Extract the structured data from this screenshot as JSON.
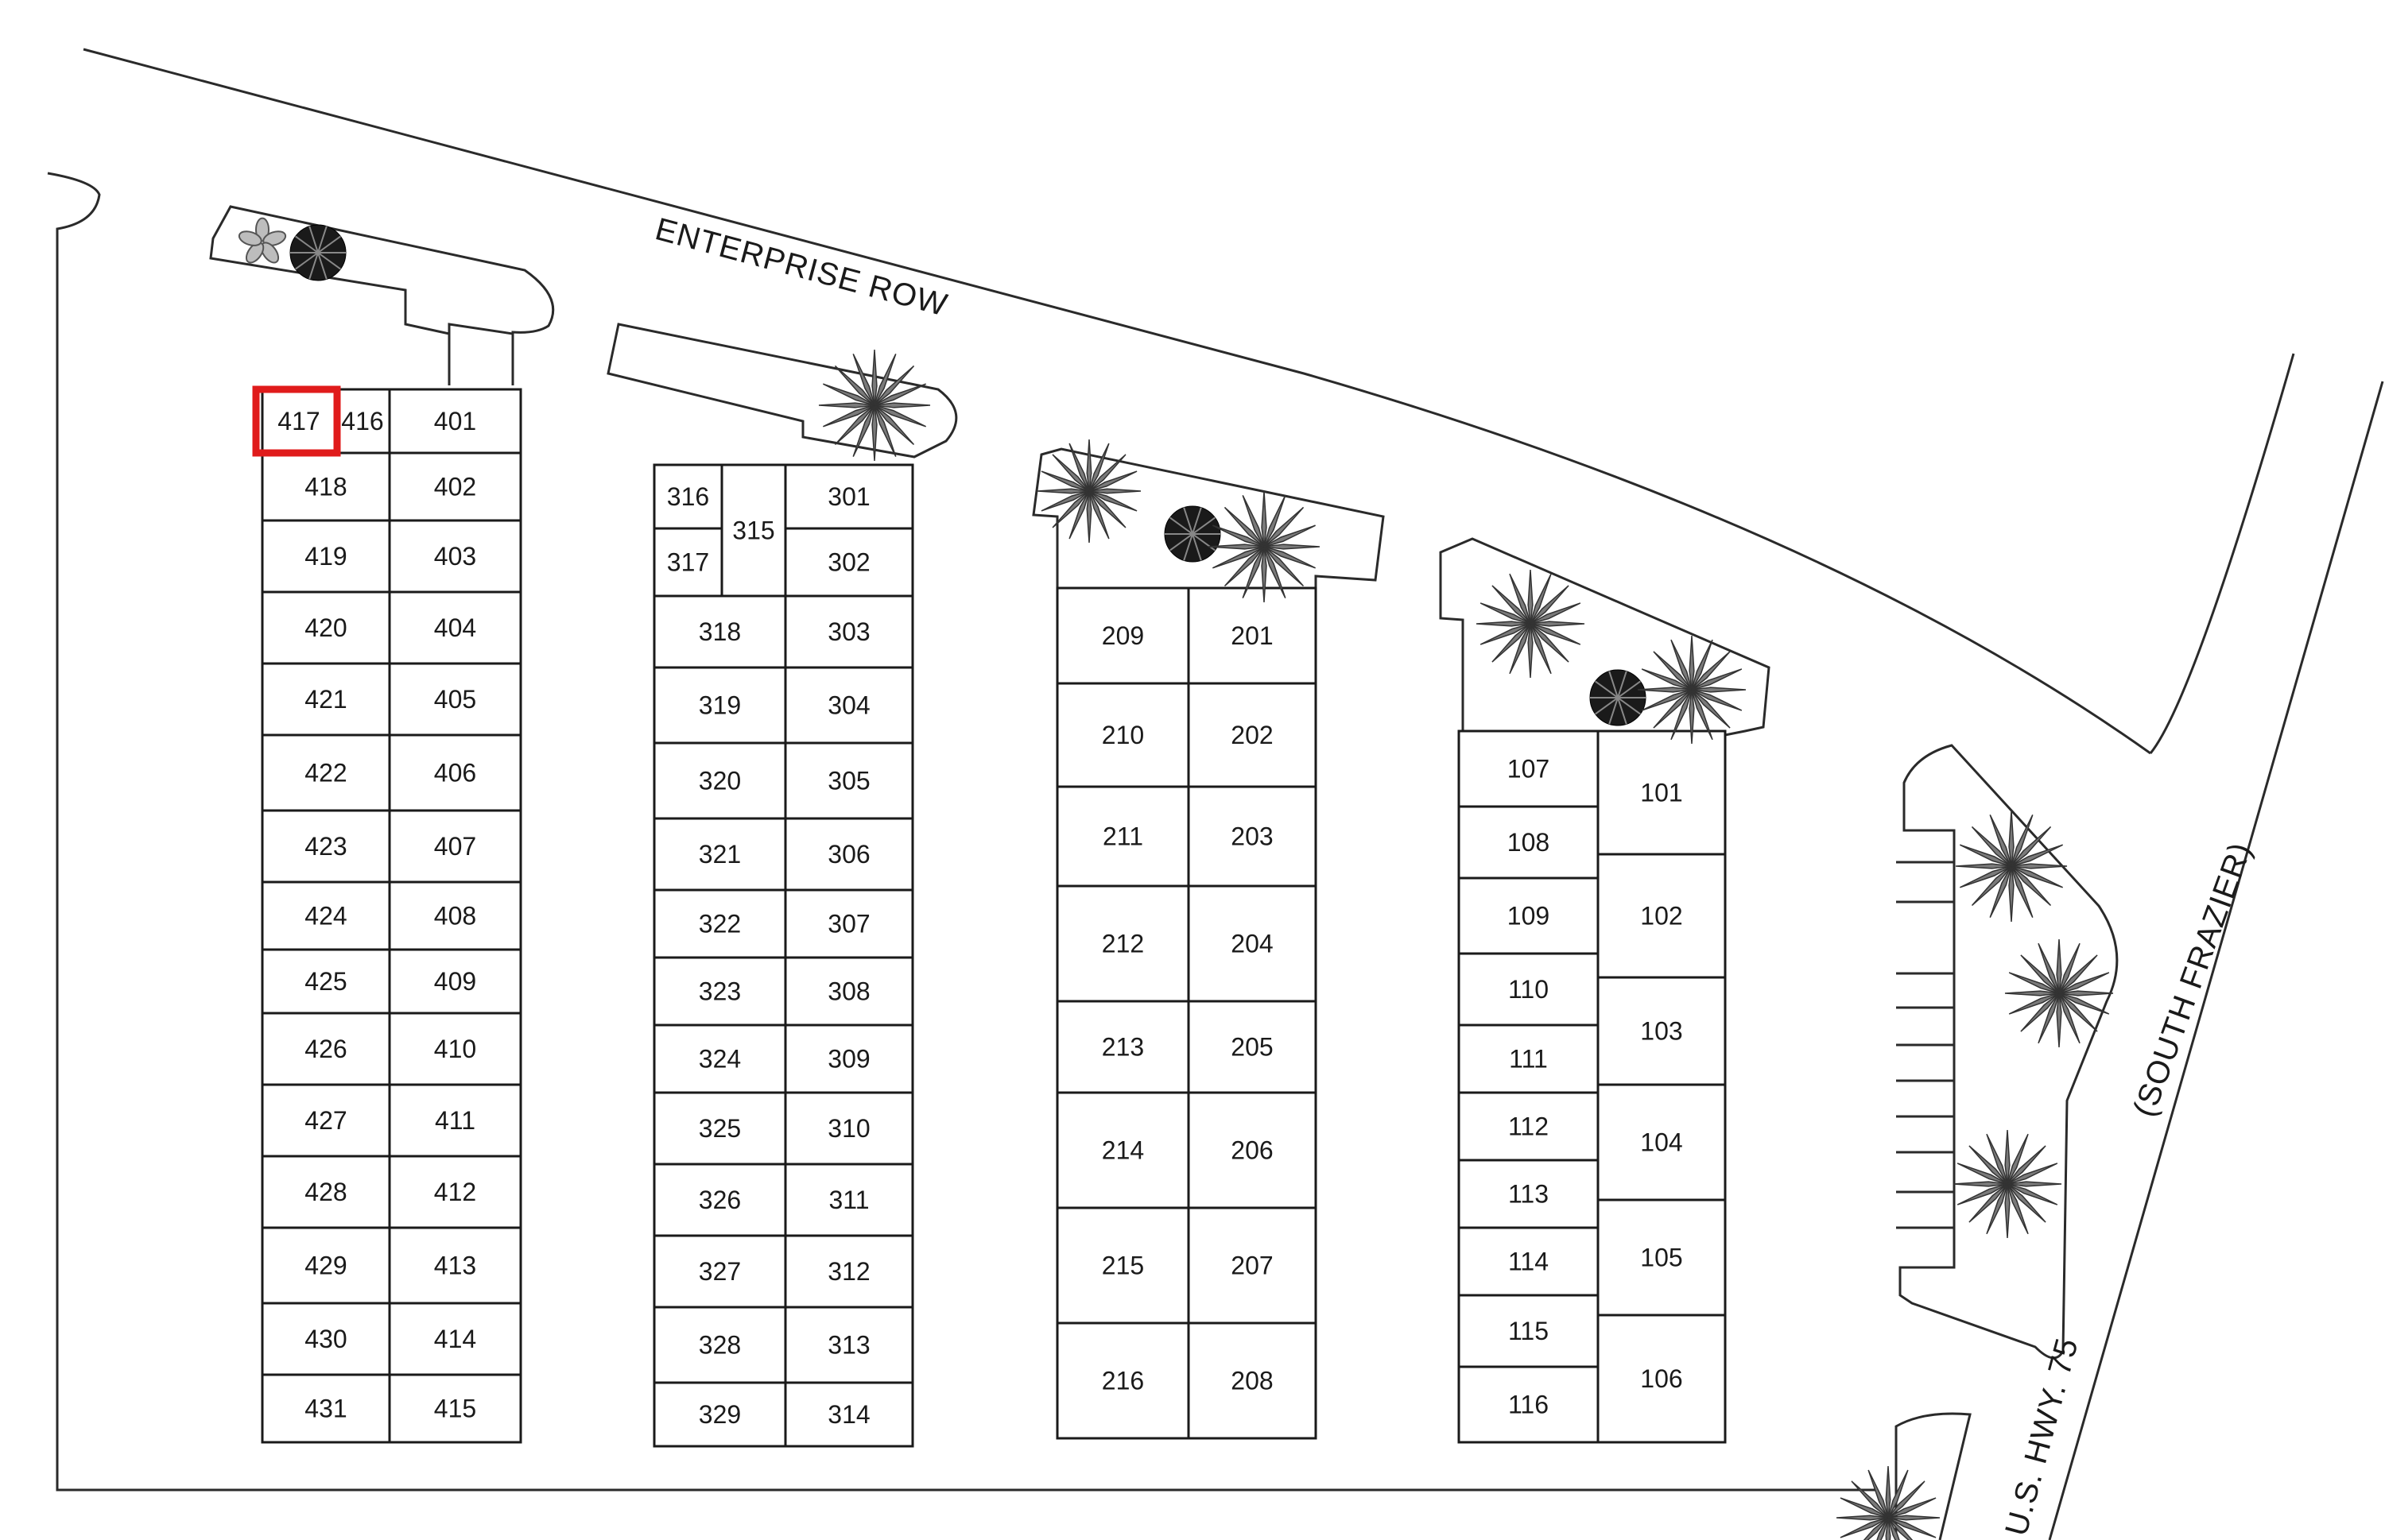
{
  "streets": {
    "enterprise_row": "ENTERPRISE ROW",
    "south_frazier": "(SOUTH FRAZIER)",
    "us_hwy_75": "U.S. HWY. 75"
  },
  "colors": {
    "highlight": "#e01b1b",
    "lines": "#1a1a1a",
    "background": "#ffffff"
  },
  "selected_unit": "417",
  "plant_icons": [
    "palm-tree-icon",
    "round-shrub-icon",
    "flower-icon"
  ],
  "buildings": {
    "building_400": [
      "401",
      "402",
      "403",
      "404",
      "405",
      "406",
      "407",
      "408",
      "409",
      "410",
      "411",
      "412",
      "413",
      "414",
      "415",
      "416",
      "417",
      "418",
      "419",
      "420",
      "421",
      "422",
      "423",
      "424",
      "425",
      "426",
      "427",
      "428",
      "429",
      "430",
      "431"
    ],
    "building_300": [
      "301",
      "302",
      "303",
      "304",
      "305",
      "306",
      "307",
      "308",
      "309",
      "310",
      "311",
      "312",
      "313",
      "314",
      "315",
      "316",
      "317",
      "318",
      "319",
      "320",
      "321",
      "322",
      "323",
      "324",
      "325",
      "326",
      "327",
      "328",
      "329"
    ],
    "building_200": [
      "201",
      "202",
      "203",
      "204",
      "205",
      "206",
      "207",
      "208",
      "209",
      "210",
      "211",
      "212",
      "213",
      "214",
      "215",
      "216"
    ],
    "building_100": [
      "101",
      "102",
      "103",
      "104",
      "105",
      "106",
      "107",
      "108",
      "109",
      "110",
      "111",
      "112",
      "113",
      "114",
      "115",
      "116"
    ]
  }
}
